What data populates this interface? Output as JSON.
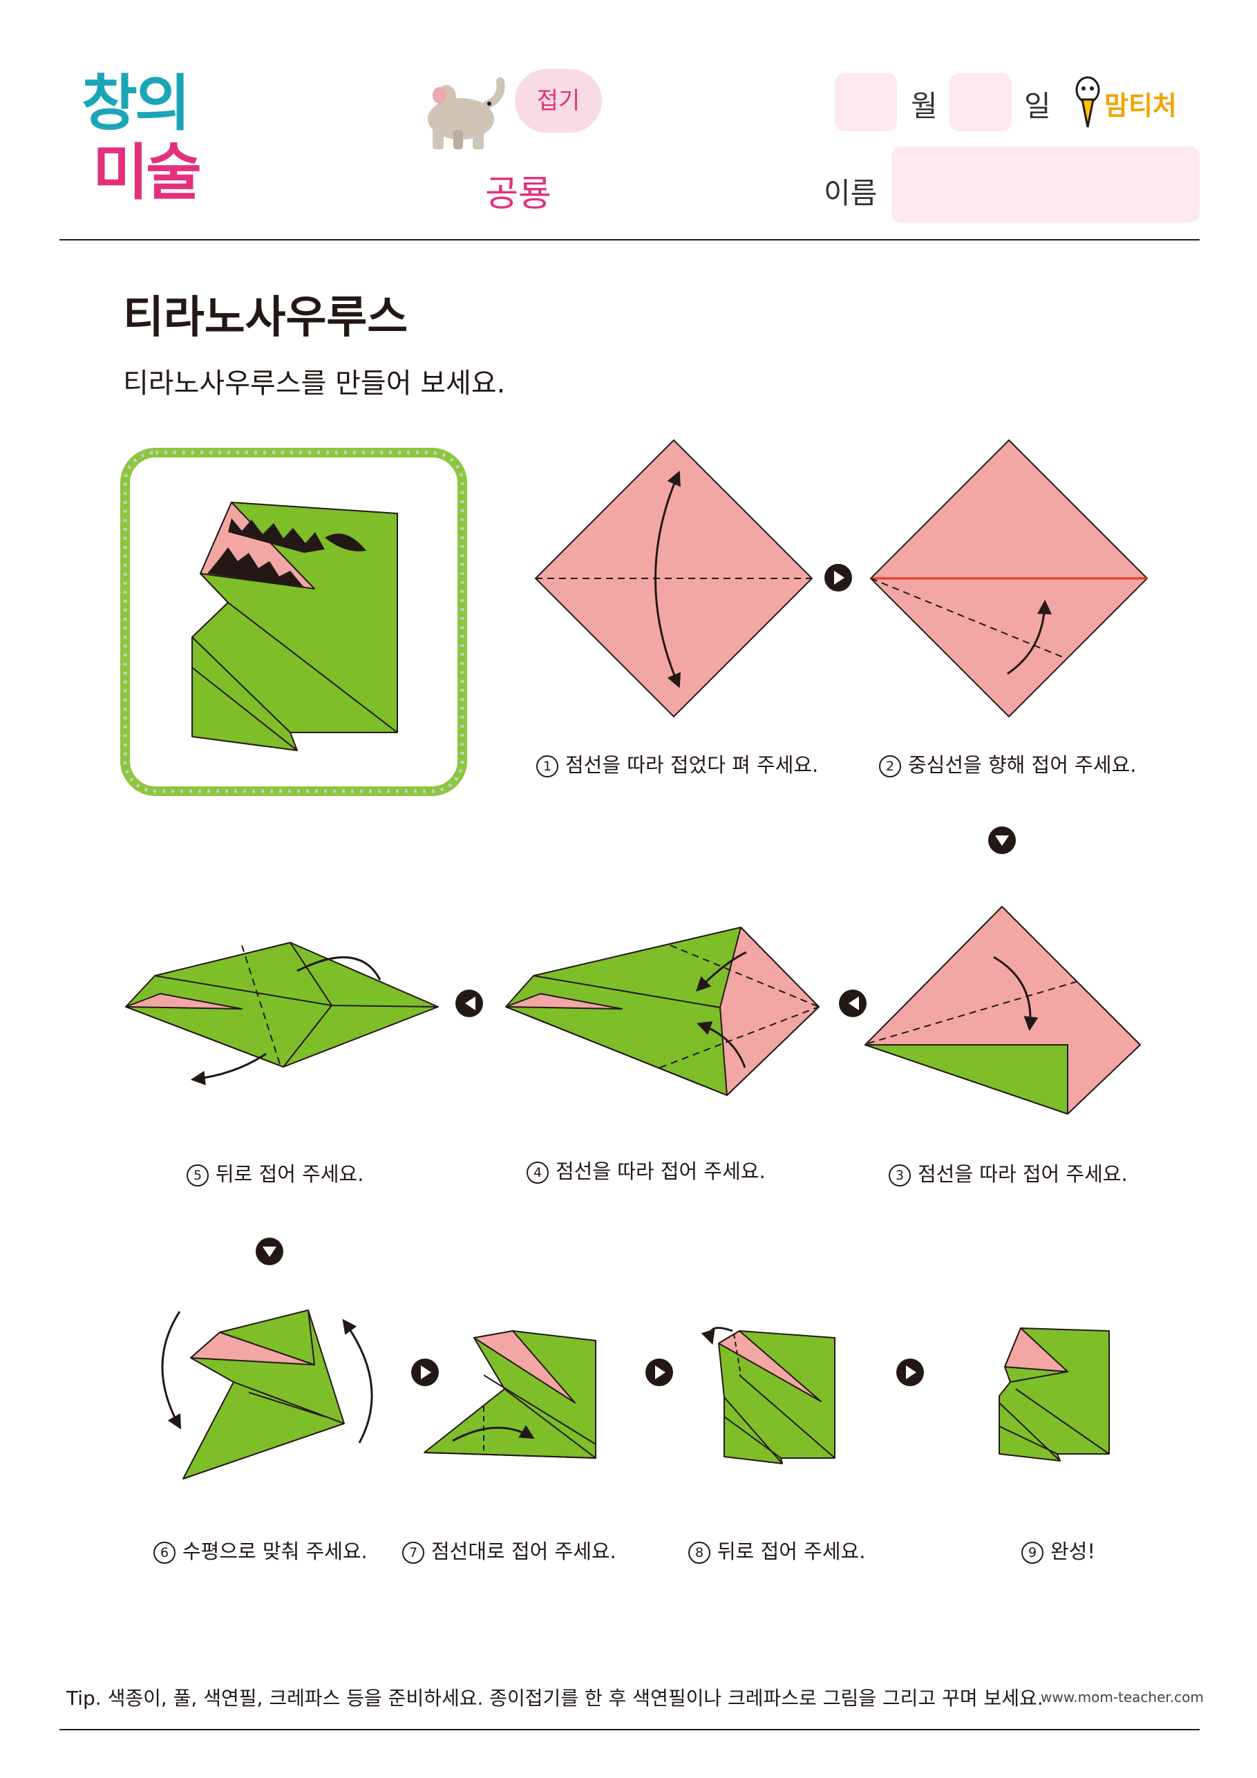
{
  "header": {
    "logo_line1": "창의",
    "logo_line2": "미술",
    "category_badge": "접기",
    "subject": "공룡",
    "month_label": "월",
    "day_label": "일",
    "name_label": "이름",
    "brand": "맘티처"
  },
  "title": "티라노사우루스",
  "subtitle": "티라노사우루스를 만들어 보세요.",
  "steps": [
    {
      "num": "1",
      "text": "점선을 따라 접었다 펴 주세요."
    },
    {
      "num": "2",
      "text": "중심선을 향해 접어 주세요."
    },
    {
      "num": "3",
      "text": "점선을 따라 접어 주세요."
    },
    {
      "num": "4",
      "text": "점선을 따라 접어 주세요."
    },
    {
      "num": "5",
      "text": "뒤로 접어 주세요."
    },
    {
      "num": "6",
      "text": "수평으로 맞춰 주세요."
    },
    {
      "num": "7",
      "text": "점선대로 접어 주세요."
    },
    {
      "num": "8",
      "text": "뒤로 접어 주세요."
    },
    {
      "num": "9",
      "text": "완성!"
    }
  ],
  "footer": {
    "tip": "Tip. 색종이, 풀, 색연필, 크레파스 등을 준비하세요. 종이접기를 한 후 색연필이나 크레파스로 그림을 그리고 꾸며 보세요.",
    "url": "www.mom-teacher.com"
  },
  "colors": {
    "pink_paper": "#f2a7a5",
    "green_paper": "#7dbe29",
    "accent_pink": "#e3307c",
    "frame_green": "#8cc63f"
  }
}
